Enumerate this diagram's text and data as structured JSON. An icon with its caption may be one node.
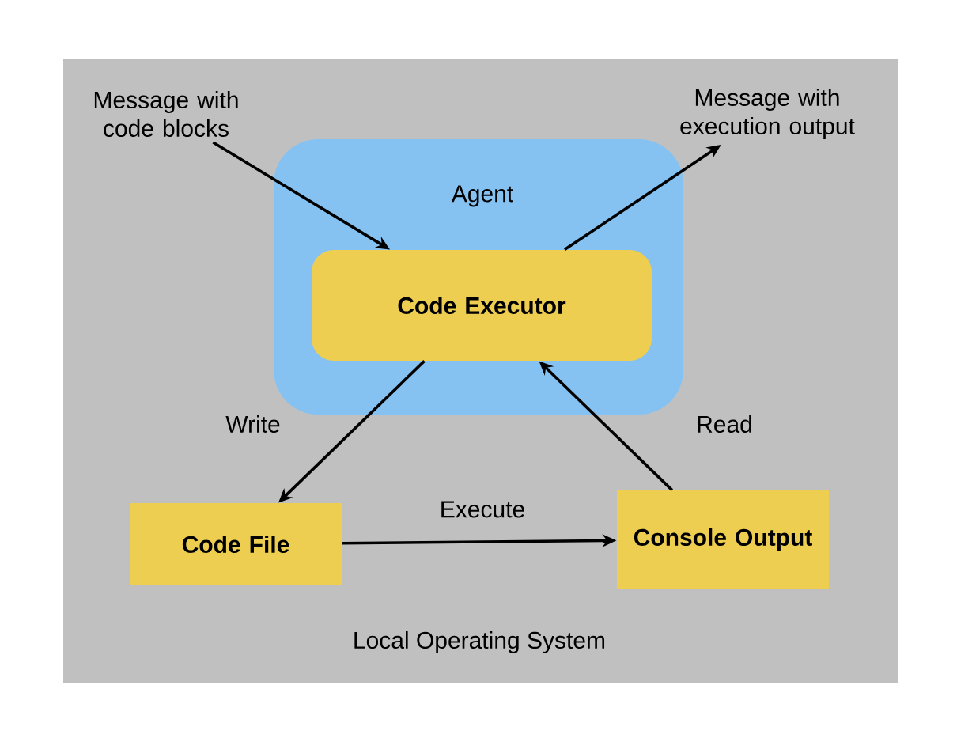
{
  "diagram": {
    "nodes": [
      {
        "text": [
          "Local Operating System"
        ]
      },
      {
        "text": [
          "Agent"
        ],
        "in": 0
      },
      {
        "text": [
          "Code Executor"
        ],
        "in": 1
      },
      {
        "text": [
          "Code File"
        ],
        "in": 0
      },
      {
        "text": [
          "Console Output"
        ],
        "in": 0
      },
      {
        "text": [
          "Message with code blocks"
        ],
        "in": 0
      },
      {
        "text": [
          "Message with execution output"
        ],
        "in": 0
      }
    ],
    "edges": [
      {
        "from": 5,
        "to": 2,
        "arrow": "to"
      },
      {
        "from": 2,
        "to": 6,
        "arrow": "to"
      },
      {
        "from": 2,
        "to": 3,
        "arrow": "to",
        "label": "Write"
      },
      {
        "from": 3,
        "to": 4,
        "arrow": "to",
        "label": "Execute"
      },
      {
        "from": 4,
        "to": 2,
        "arrow": "to",
        "label": "Read"
      }
    ]
  }
}
